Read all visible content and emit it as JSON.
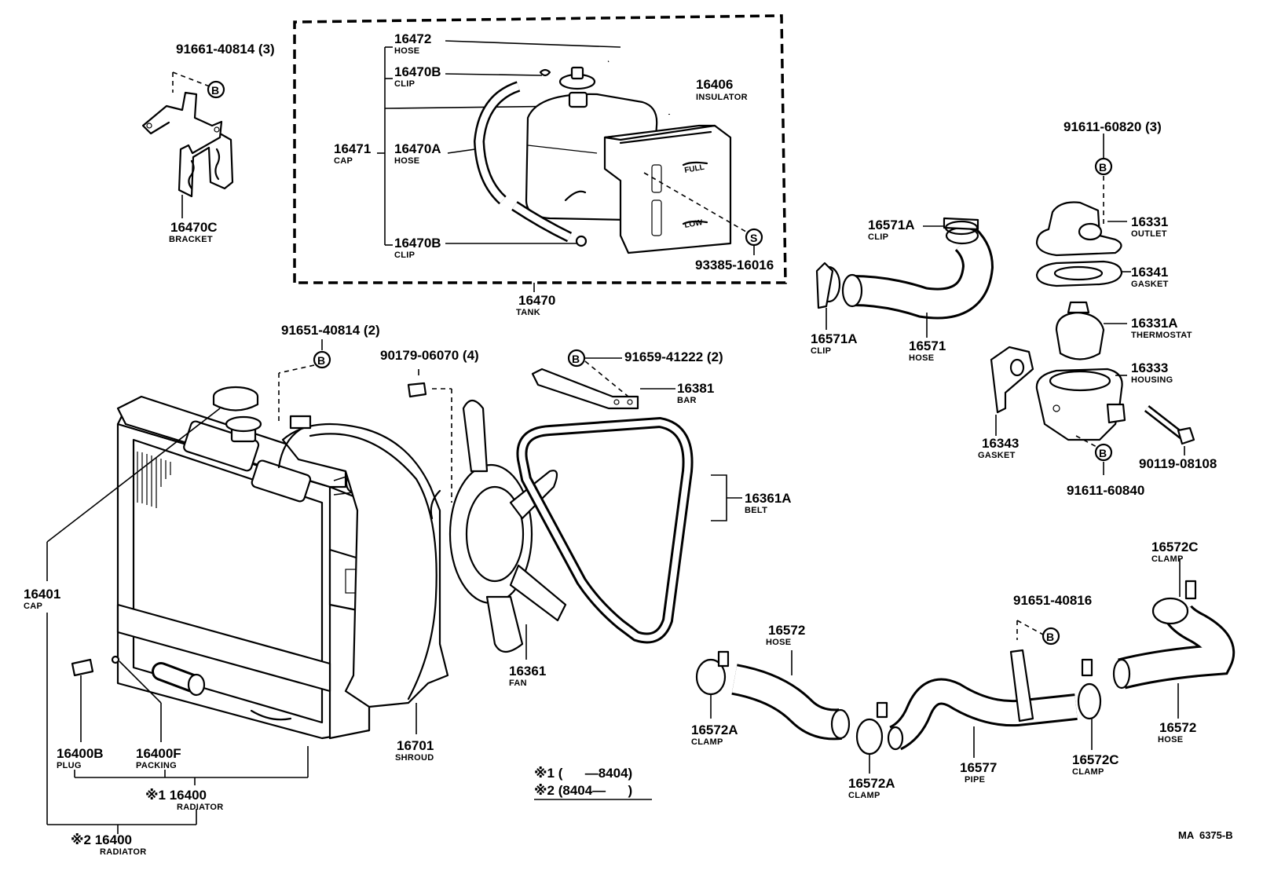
{
  "labels": {
    "hose_16472": {
      "part": "16472",
      "name": "HOSE"
    },
    "clip_16470b_top": {
      "part": "16470B",
      "name": "CLIP"
    },
    "cap_16471": {
      "part": "16471",
      "name": "CAP"
    },
    "hose_16470a": {
      "part": "16470A",
      "name": "HOSE"
    },
    "clip_16470b_bottom": {
      "part": "16470B",
      "name": "CLIP"
    },
    "insulator_16406": {
      "part": "16406",
      "name": "INSULATOR"
    },
    "screw_93385": {
      "part": "93385-16016"
    },
    "tank_16470": {
      "part": "16470",
      "name": "TANK"
    },
    "bolt_91661": {
      "part": "91661-40814 (3)"
    },
    "bracket_16470c": {
      "part": "16470C",
      "name": "BRACKET"
    },
    "clip_16571a_top": {
      "part": "16571A",
      "name": "CLIP"
    },
    "clip_16571a_left": {
      "part": "16571A",
      "name": "CLIP"
    },
    "hose_16571": {
      "part": "16571",
      "name": "HOSE"
    },
    "bolt_91611_60820": {
      "part": "91611-60820 (3)"
    },
    "outlet_16331": {
      "part": "16331",
      "name": "OUTLET"
    },
    "gasket_16341": {
      "part": "16341",
      "name": "GASKET"
    },
    "thermostat_16331a": {
      "part": "16331A",
      "name": "THERMOSTAT"
    },
    "housing_16333": {
      "part": "16333",
      "name": "HOUSING"
    },
    "gasket_16343": {
      "part": "16343",
      "name": "GASKET"
    },
    "bolt_90119": {
      "part": "90119-08108"
    },
    "bolt_91611_60840": {
      "part": "91611-60840"
    },
    "bolt_91651_40814": {
      "part": "91651-40814 (2)"
    },
    "nut_90179": {
      "part": "90179-06070 (4)"
    },
    "bolt_91659": {
      "part": "91659-41222 (2)"
    },
    "bar_16381": {
      "part": "16381",
      "name": "BAR"
    },
    "belt_16361a": {
      "part": "16361A",
      "name": "BELT"
    },
    "cap_16401": {
      "part": "16401",
      "name": "CAP"
    },
    "fan_16361": {
      "part": "16361",
      "name": "FAN"
    },
    "shroud_16701": {
      "part": "16701",
      "name": "SHROUD"
    },
    "plug_16400b": {
      "part": "16400B",
      "name": "PLUG"
    },
    "packing_16400f": {
      "part": "16400F",
      "name": "PACKING"
    },
    "radiator_1": {
      "part": "※1 16400",
      "name": "RADIATOR"
    },
    "radiator_2": {
      "part": "※2 16400",
      "name": "RADIATOR"
    },
    "hose_16572_left": {
      "part": "16572",
      "name": "HOSE"
    },
    "clamp_16572a_left": {
      "part": "16572A",
      "name": "CLAMP"
    },
    "clamp_16572a_mid": {
      "part": "16572A",
      "name": "CLAMP"
    },
    "pipe_16577": {
      "part": "16577",
      "name": "PIPE"
    },
    "bolt_91651_40816": {
      "part": "91651-40816"
    },
    "clamp_16572c_right": {
      "part": "16572C",
      "name": "CLAMP"
    },
    "clamp_16572c_top": {
      "part": "16572C",
      "name": "CLAMP"
    },
    "hose_16572_right": {
      "part": "16572",
      "name": "HOSE"
    }
  },
  "legend": {
    "line1": "※1 (      —8404)",
    "line2": "※2 (8404—      )"
  },
  "markers": {
    "b": "B",
    "s": "S"
  },
  "footer": {
    "code": "MA  6375-B"
  }
}
